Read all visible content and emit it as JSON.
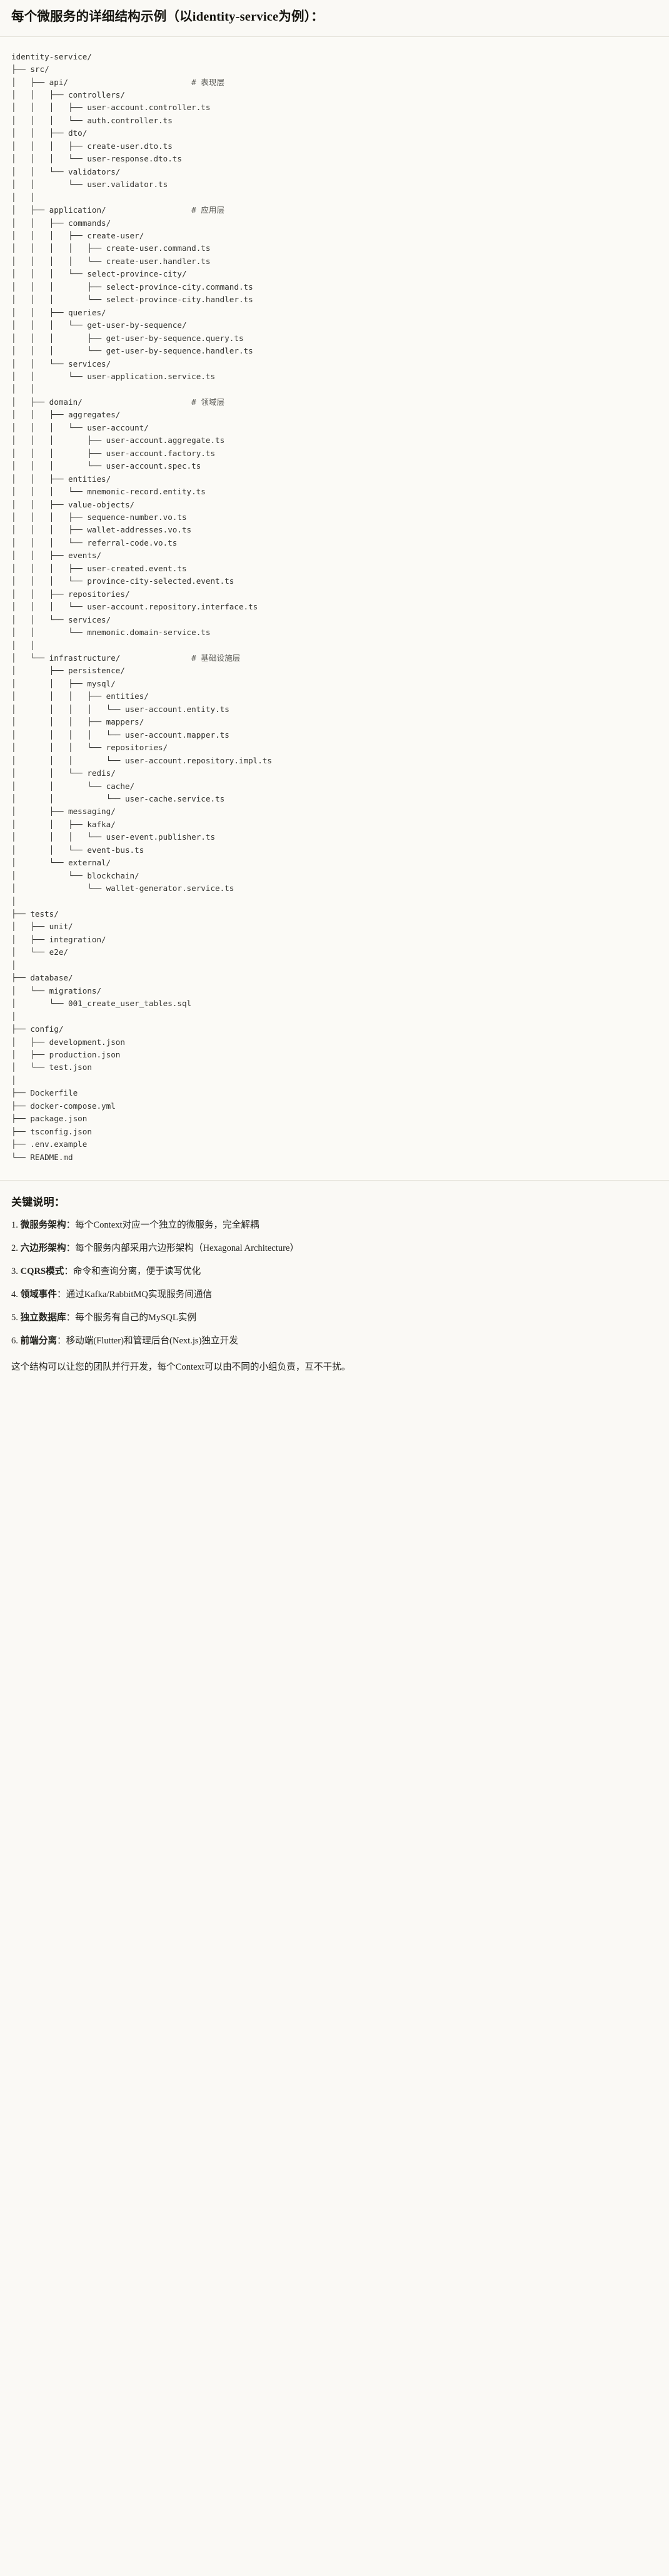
{
  "header": {
    "title": "每个微服务的详细结构示例（以identity-service为例）："
  },
  "tree": {
    "root": "identity-service/",
    "text": "identity-service/\n├── src/\n│   ├── api/                          # 表现层\n│   │   ├── controllers/\n│   │   │   ├── user-account.controller.ts\n│   │   │   └── auth.controller.ts\n│   │   ├── dto/\n│   │   │   ├── create-user.dto.ts\n│   │   │   └── user-response.dto.ts\n│   │   └── validators/\n│   │       └── user.validator.ts\n│   │\n│   ├── application/                  # 应用层\n│   │   ├── commands/\n│   │   │   ├── create-user/\n│   │   │   │   ├── create-user.command.ts\n│   │   │   │   └── create-user.handler.ts\n│   │   │   └── select-province-city/\n│   │   │       ├── select-province-city.command.ts\n│   │   │       └── select-province-city.handler.ts\n│   │   ├── queries/\n│   │   │   └── get-user-by-sequence/\n│   │   │       ├── get-user-by-sequence.query.ts\n│   │   │       └── get-user-by-sequence.handler.ts\n│   │   └── services/\n│   │       └── user-application.service.ts\n│   │\n│   ├── domain/                       # 领域层\n│   │   ├── aggregates/\n│   │   │   └── user-account/\n│   │   │       ├── user-account.aggregate.ts\n│   │   │       ├── user-account.factory.ts\n│   │   │       └── user-account.spec.ts\n│   │   ├── entities/\n│   │   │   └── mnemonic-record.entity.ts\n│   │   ├── value-objects/\n│   │   │   ├── sequence-number.vo.ts\n│   │   │   ├── wallet-addresses.vo.ts\n│   │   │   └── referral-code.vo.ts\n│   │   ├── events/\n│   │   │   ├── user-created.event.ts\n│   │   │   └── province-city-selected.event.ts\n│   │   ├── repositories/\n│   │   │   └── user-account.repository.interface.ts\n│   │   └── services/\n│   │       └── mnemonic.domain-service.ts\n│   │\n│   └── infrastructure/               # 基础设施层\n│       ├── persistence/\n│       │   ├── mysql/\n│       │   │   ├── entities/\n│       │   │   │   └── user-account.entity.ts\n│       │   │   ├── mappers/\n│       │   │   │   └── user-account.mapper.ts\n│       │   │   └── repositories/\n│       │   │       └── user-account.repository.impl.ts\n│       │   └── redis/\n│       │       └── cache/\n│       │           └── user-cache.service.ts\n│       ├── messaging/\n│       │   ├── kafka/\n│       │   │   └── user-event.publisher.ts\n│       │   └── event-bus.ts\n│       └── external/\n│           └── blockchain/\n│               └── wallet-generator.service.ts\n│\n├── tests/\n│   ├── unit/\n│   ├── integration/\n│   └── e2e/\n│\n├── database/\n│   └── migrations/\n│       └── 001_create_user_tables.sql\n│\n├── config/\n│   ├── development.json\n│   ├── production.json\n│   └── test.json\n│\n├── Dockerfile\n├── docker-compose.yml\n├── package.json\n├── tsconfig.json\n├── .env.example\n└── README.md",
    "comments": [
      "# 表现层",
      "# 应用层",
      "# 领域层",
      "# 基础设施层"
    ]
  },
  "notes": {
    "title": "关键说明：",
    "items": [
      {
        "label": "微服务架构",
        "text": "：每个Context对应一个独立的微服务，完全解耦"
      },
      {
        "label": "六边形架构",
        "text": "：每个服务内部采用六边形架构（Hexagonal Architecture）"
      },
      {
        "label": "CQRS模式",
        "text": "：命令和查询分离，便于读写优化"
      },
      {
        "label": "领域事件",
        "text": "：通过Kafka/RabbitMQ实现服务间通信"
      },
      {
        "label": "独立数据库",
        "text": "：每个服务有自己的MySQL实例"
      },
      {
        "label": "前端分离",
        "text": "：移动端(Flutter)和管理后台(Next.js)独立开发"
      }
    ],
    "closing": "这个结构可以让您的团队并行开发，每个Context可以由不同的小组负责，互不干扰。"
  }
}
